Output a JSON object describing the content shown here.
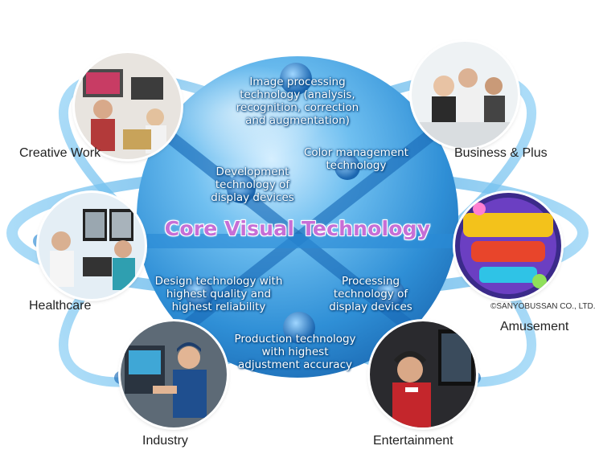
{
  "diagram": {
    "center_title": "Core Visual Technology",
    "technologies": [
      {
        "lines": [
          "Image processing",
          "technology (analysis,",
          "recognition, correction",
          "and augmentation)"
        ]
      },
      {
        "lines": [
          "Color management",
          "technology"
        ]
      },
      {
        "lines": [
          "Development",
          "technology of",
          "display devices"
        ]
      },
      {
        "lines": [
          "Design technology with",
          "highest quality and",
          "highest reliability"
        ]
      },
      {
        "lines": [
          "Processing",
          "technology of",
          "display devices"
        ]
      },
      {
        "lines": [
          "Production technology",
          "with highest",
          "adjustment accuracy"
        ]
      }
    ],
    "fields": [
      {
        "label": "Creative Work"
      },
      {
        "label": "Business & Plus"
      },
      {
        "label": "Healthcare"
      },
      {
        "label": "Amusement"
      },
      {
        "label": "Industry"
      },
      {
        "label": "Entertainment"
      }
    ],
    "amusement_credit": "©SANYOBUSSAN CO., LTD.",
    "colors": {
      "sphere": "#2f8fd6",
      "ring": "#56b4ea",
      "title": "#c66fd6"
    }
  }
}
